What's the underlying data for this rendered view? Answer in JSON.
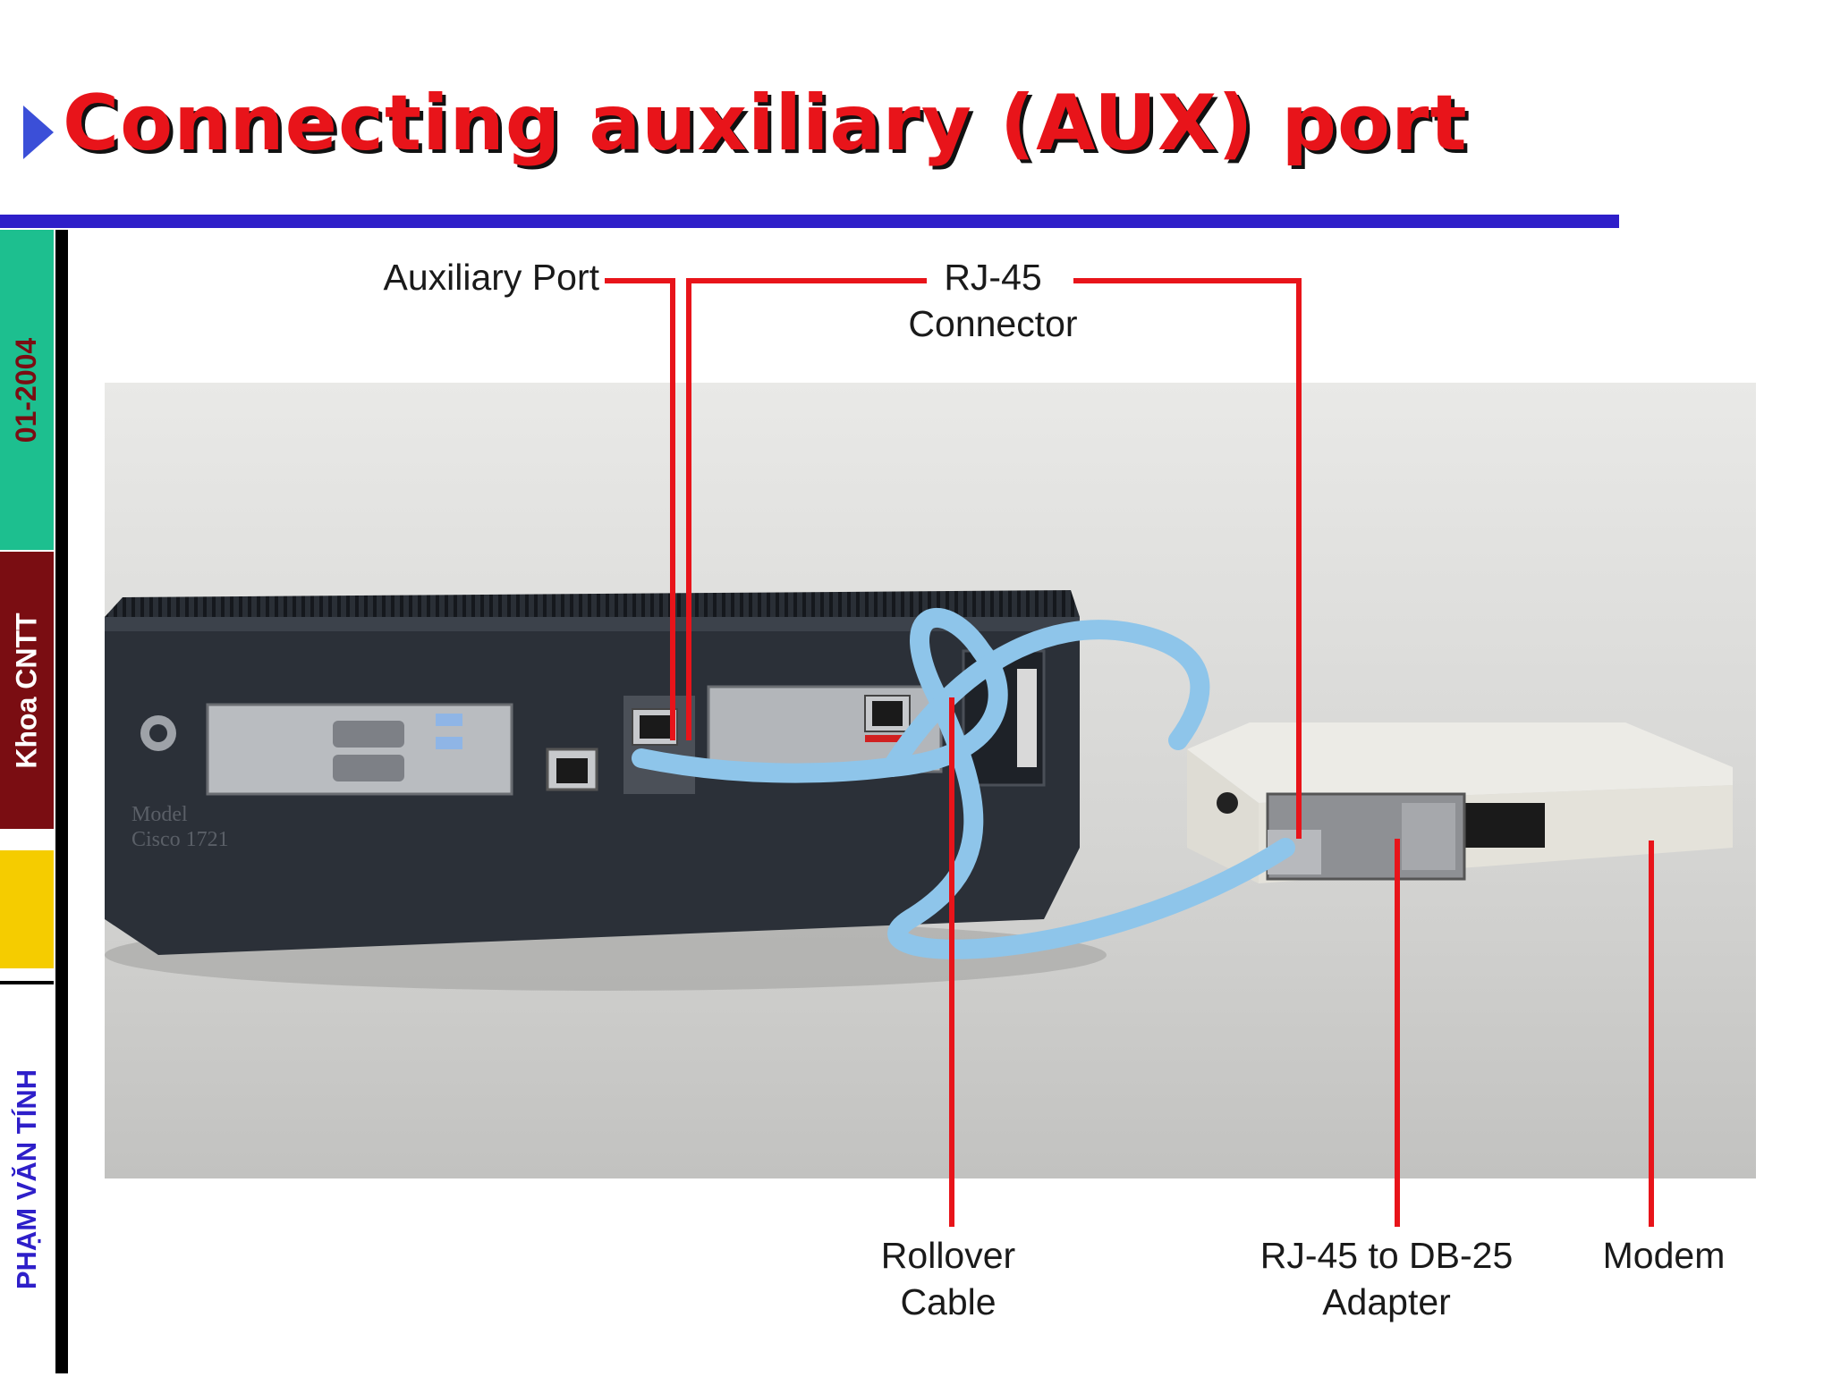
{
  "title": "Connecting auxiliary (AUX) port",
  "sidebar": {
    "date": "01-2004",
    "department": "Khoa CNTT",
    "author": "PHẠM VĂN TÍNH"
  },
  "photo": {
    "router_model_line1": "Model",
    "router_model_line2": "Cisco 1721"
  },
  "callouts": {
    "auxiliary_port": "Auxiliary Port",
    "rj45_line1": "RJ-45",
    "rj45_line2": "Connector",
    "rollover_line1": "Rollover",
    "rollover_line2": "Cable",
    "adapter_line1": "RJ-45 to DB-25",
    "adapter_line2": "Adapter",
    "modem": "Modem"
  },
  "colors": {
    "title": "#e8141a",
    "title_shadow": "#111111",
    "rule": "#2e1fc9",
    "callout_line": "#e8141a",
    "sidebar_date_bg": "#1dbf8f",
    "sidebar_dept_bg": "#7a0d12",
    "sidebar_yellow": "#f5cc00",
    "author_text": "#2e1fc9"
  }
}
